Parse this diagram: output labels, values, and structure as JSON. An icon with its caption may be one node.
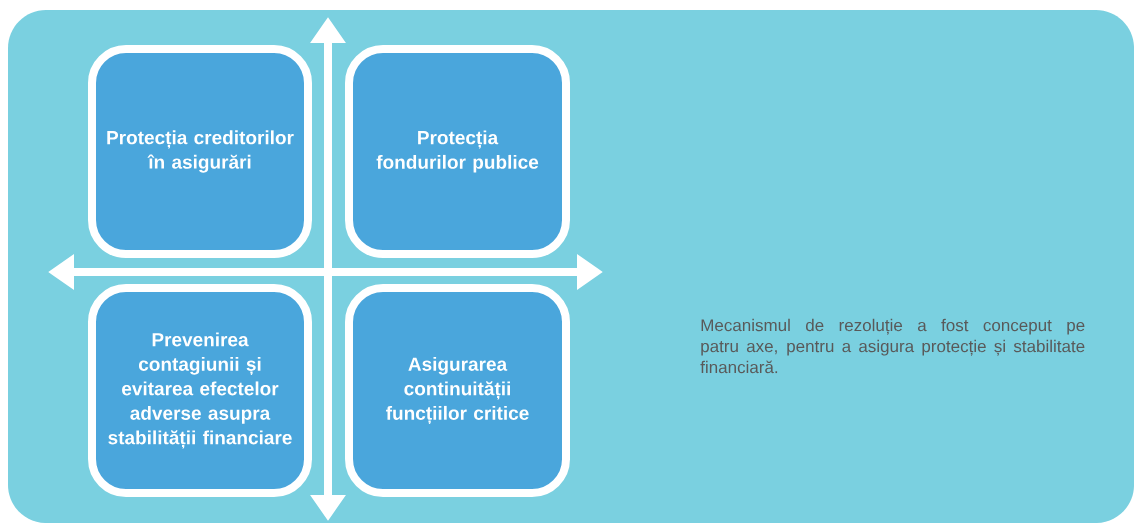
{
  "diagram": {
    "nodes": [
      {
        "text": [
          "Mecanismul de rezoluție a fost conceput pe patru axe, pentru a asigura protecție și stabilitate financiară."
        ]
      },
      {
        "text": [
          "Protecția creditorilor în asigurări"
        ],
        "in": 0
      },
      {
        "text": [
          "Protecția fondurilor publice"
        ],
        "in": 0
      },
      {
        "text": [
          "Prevenirea contagiunii și evitarea efectelor adverse asupra stabilității financiare"
        ],
        "in": 0
      },
      {
        "text": [
          "Asigurarea continuității funcțiilor critice"
        ],
        "in": 0
      }
    ]
  }
}
